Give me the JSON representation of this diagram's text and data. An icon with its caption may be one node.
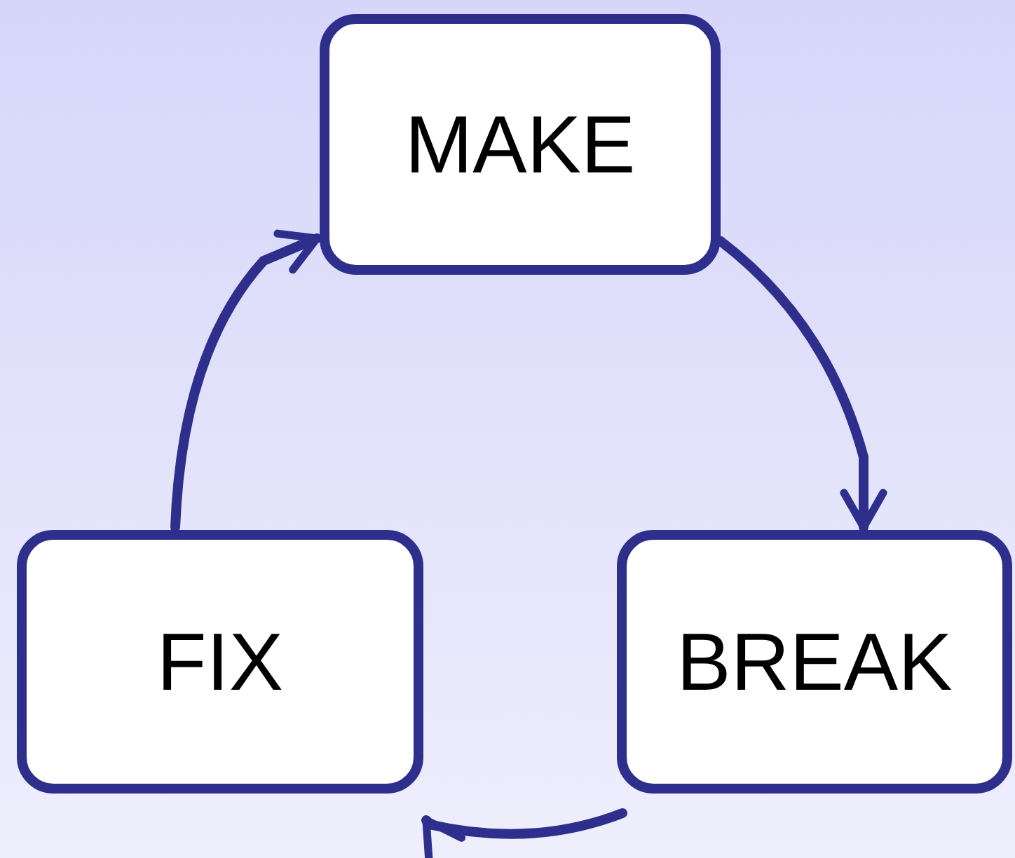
{
  "diagram": {
    "nodes": [
      {
        "text": [
          "MAKE"
        ]
      },
      {
        "text": [
          "FIX"
        ]
      },
      {
        "text": [
          "BREAK"
        ]
      }
    ],
    "edges": [
      {
        "from": 0,
        "to": 2,
        "arrow": "to"
      },
      {
        "from": 2,
        "to": 1,
        "arrow": "to"
      },
      {
        "from": 1,
        "to": 0,
        "arrow": "to"
      }
    ]
  }
}
